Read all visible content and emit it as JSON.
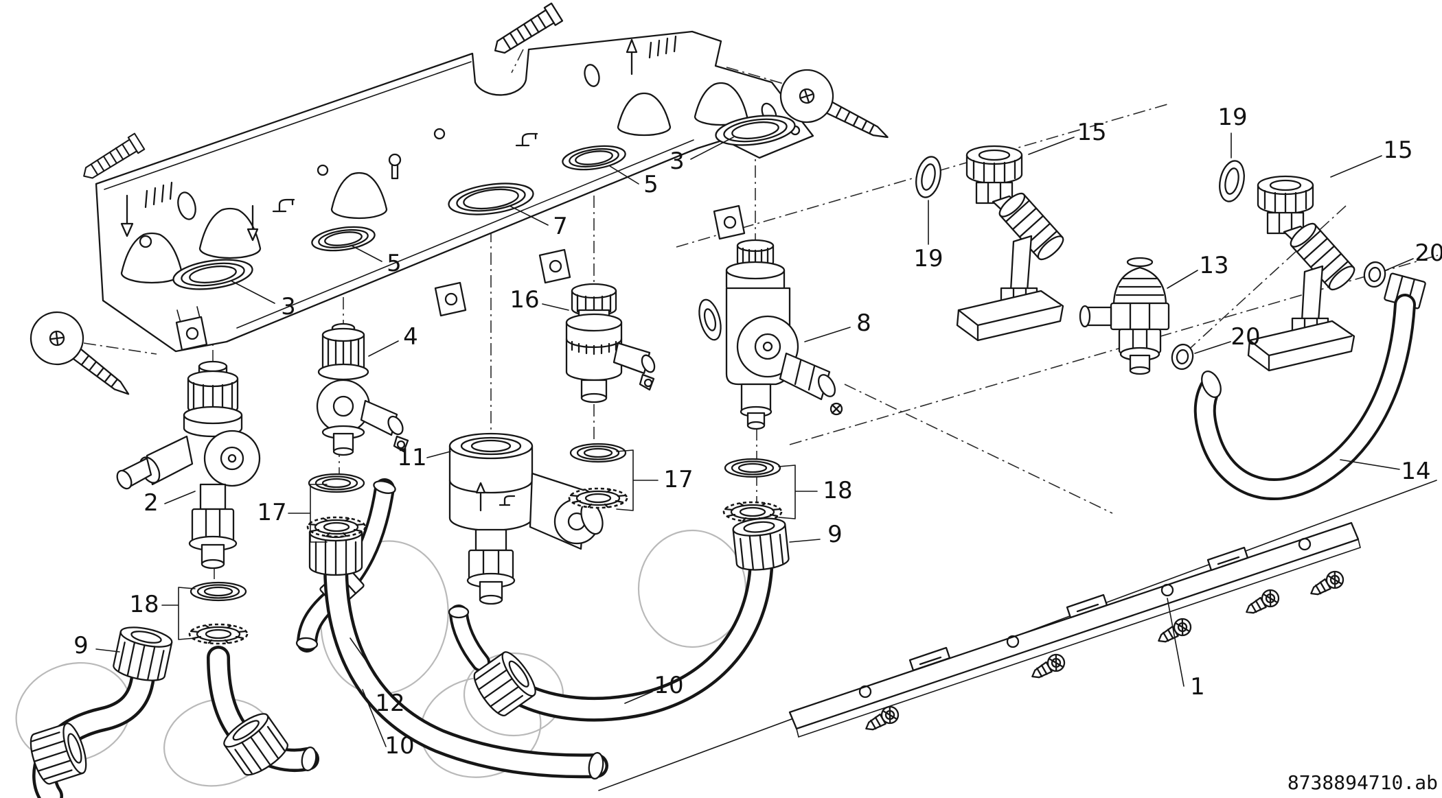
{
  "figure": {
    "drawing_number": "8738894710.ab",
    "callouts": {
      "n1": "1",
      "n2": "2",
      "n3a": "3",
      "n3b": "3",
      "n4": "4",
      "n5a": "5",
      "n5b": "5",
      "n7": "7",
      "n8": "8",
      "n9a": "9",
      "n9b": "9",
      "n10a": "10",
      "n10b": "10",
      "n11": "11",
      "n12": "12",
      "n13": "13",
      "n14": "14",
      "n15a": "15",
      "n15b": "15",
      "n16": "16",
      "n17a": "17",
      "n17b": "17",
      "n18a": "18",
      "n18b": "18",
      "n19a": "19",
      "n19b": "19",
      "n20a": "20",
      "n20b": "20"
    }
  }
}
